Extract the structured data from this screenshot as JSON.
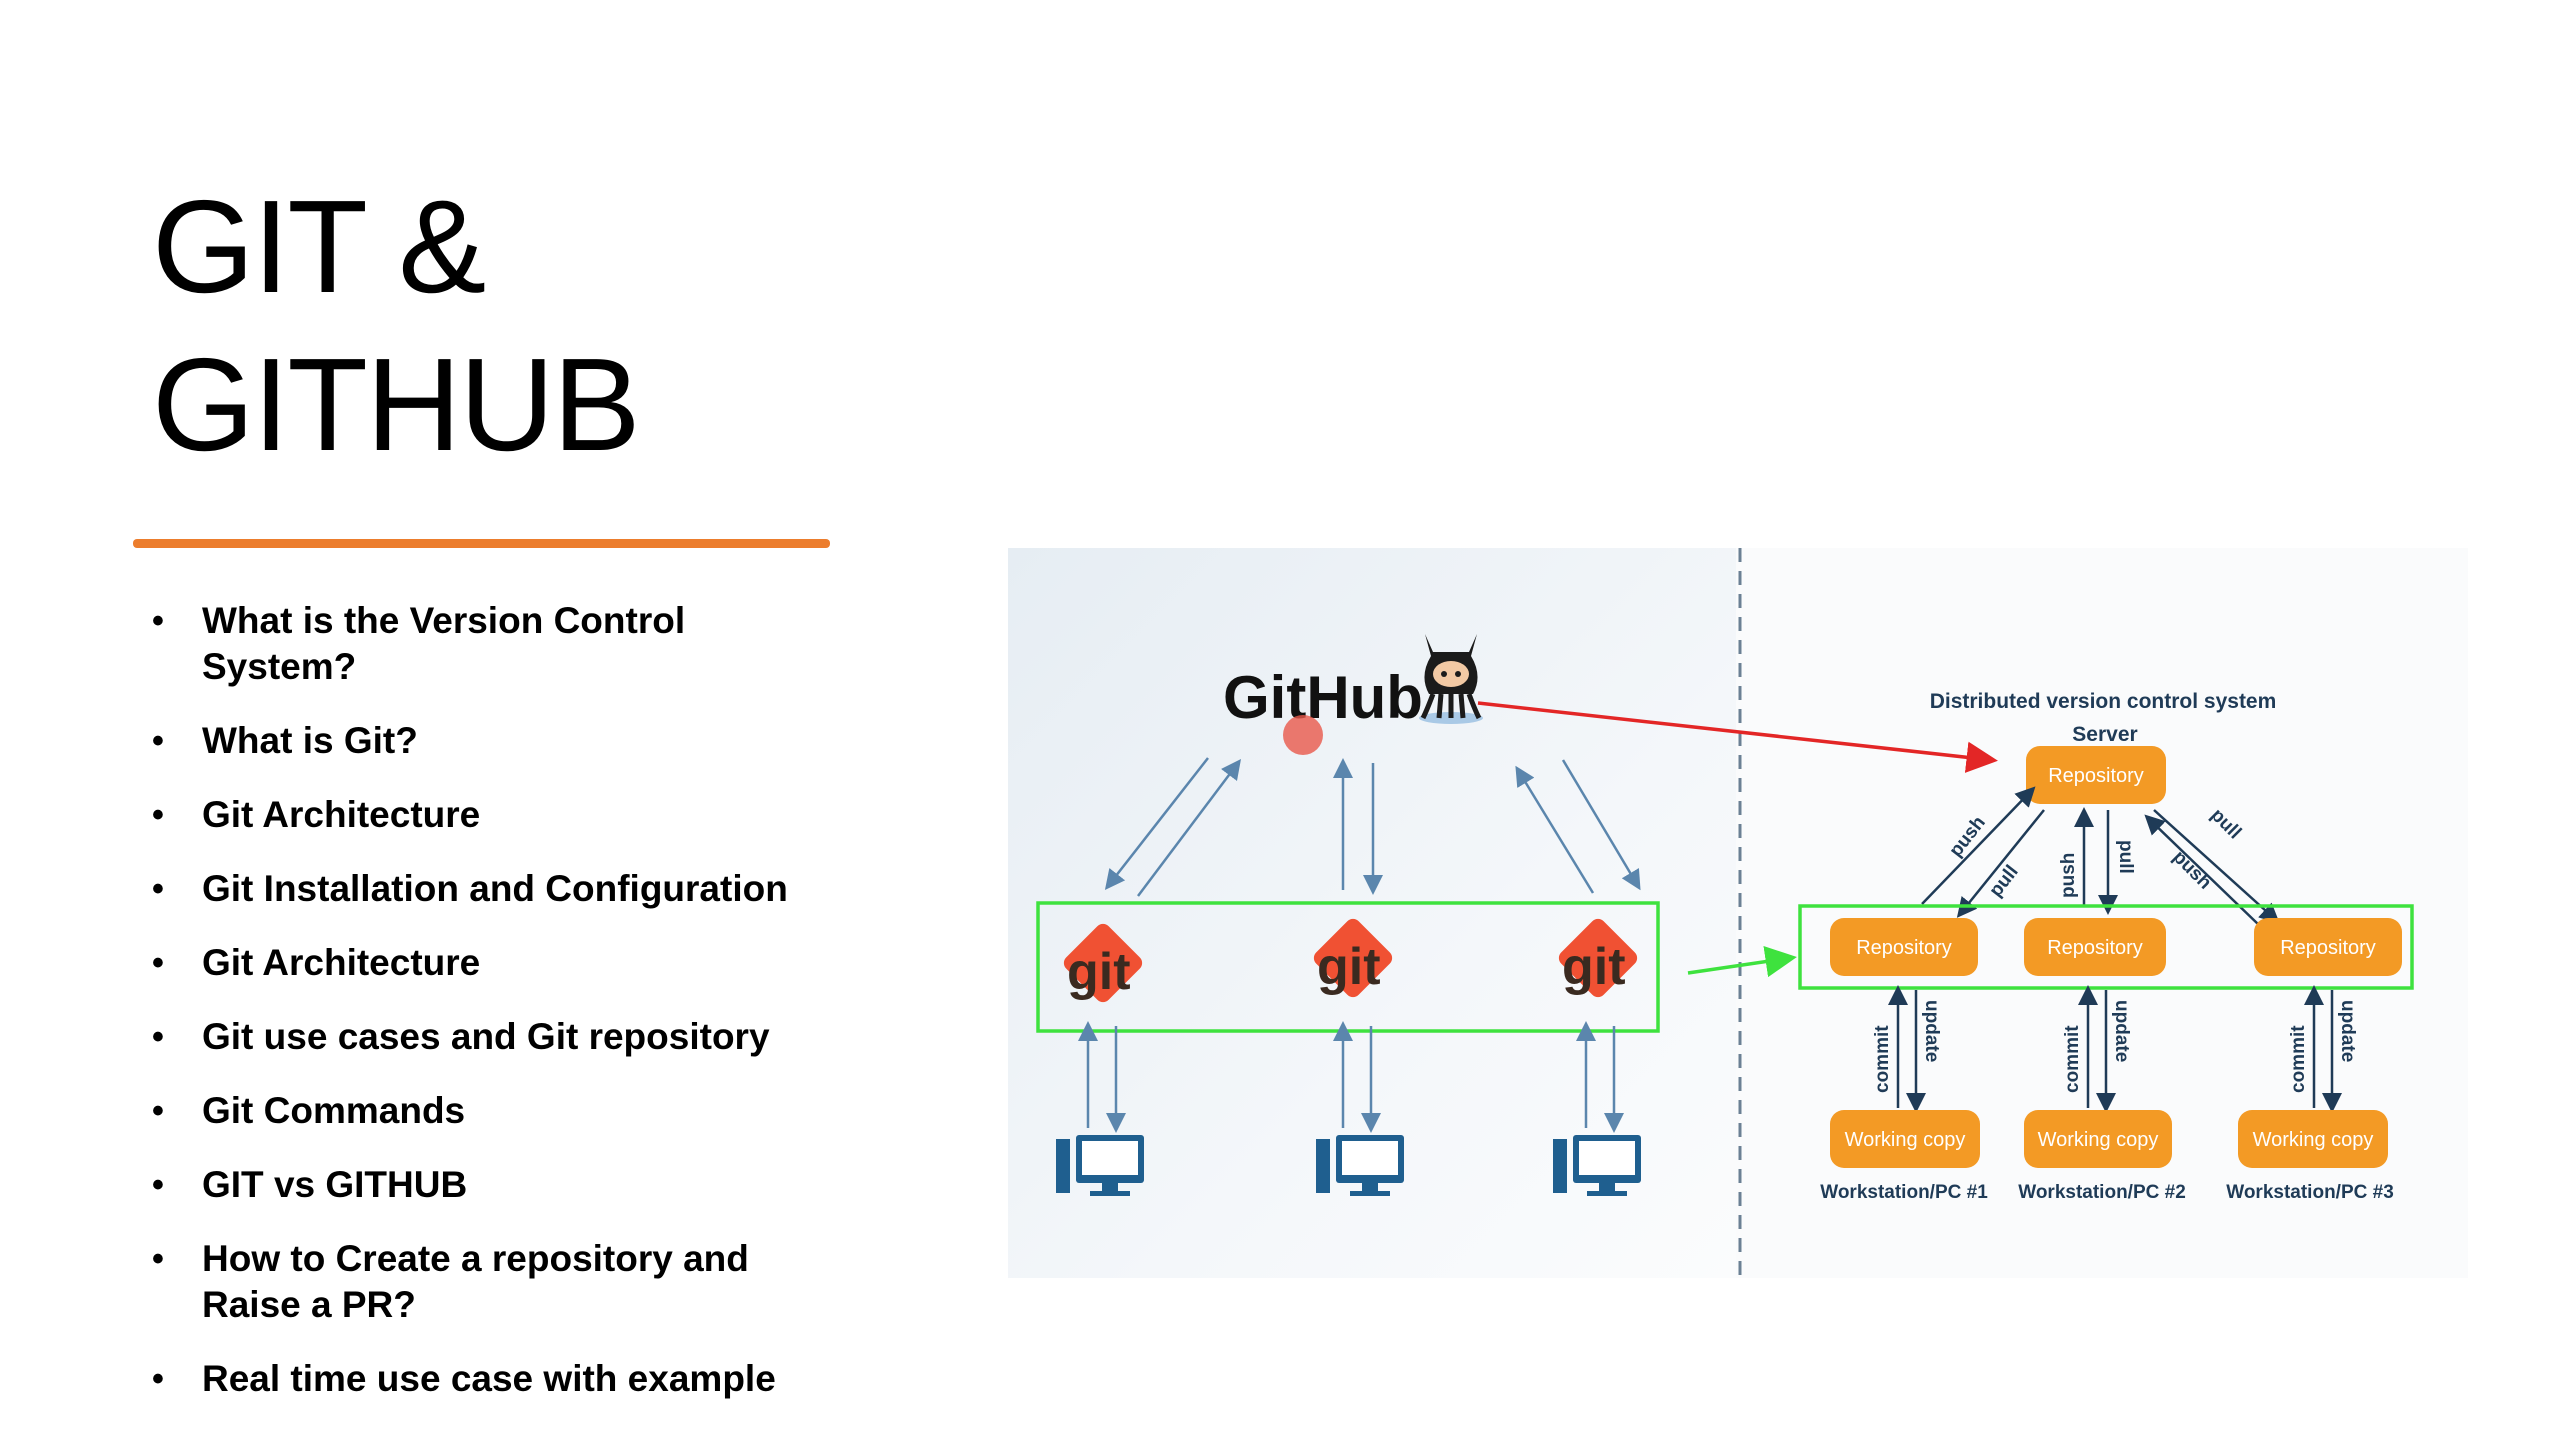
{
  "slide": {
    "title_line1": "GIT &",
    "title_line2": "GITHUB",
    "accent_color": "#ec7d2d",
    "bullets": [
      "What is the Version Control System?",
      "What is Git?",
      "Git Architecture",
      "Git Installation and Configuration",
      "Git Architecture",
      "Git use cases and Git repository",
      "Git Commands",
      "GIT vs GITHUB",
      "How to Create a repository and Raise a PR?",
      "Real time use case with example"
    ]
  },
  "diagram": {
    "github_label": "GitHub",
    "git_label": "git",
    "dvcs_title": "Distributed version control system",
    "server_label": "Server",
    "repository_label": "Repository",
    "working_copy_label": "Working copy",
    "push_label": "push",
    "pull_label": "pull",
    "commit_label": "commit",
    "update_label": "update",
    "workstations": [
      "Workstation/PC #1",
      "Workstation/PC #2",
      "Workstation/PC #3"
    ],
    "colors": {
      "orange_box": "#f39a25",
      "green_frame": "#3ee23e",
      "red_arrow": "#e32626",
      "git_red": "#f05133",
      "monitor_blue": "#1f5f8f",
      "text_navy": "#1f3b57"
    },
    "icons": [
      "github-octocat-icon",
      "git-logo-icon",
      "computer-monitor-icon"
    ]
  }
}
